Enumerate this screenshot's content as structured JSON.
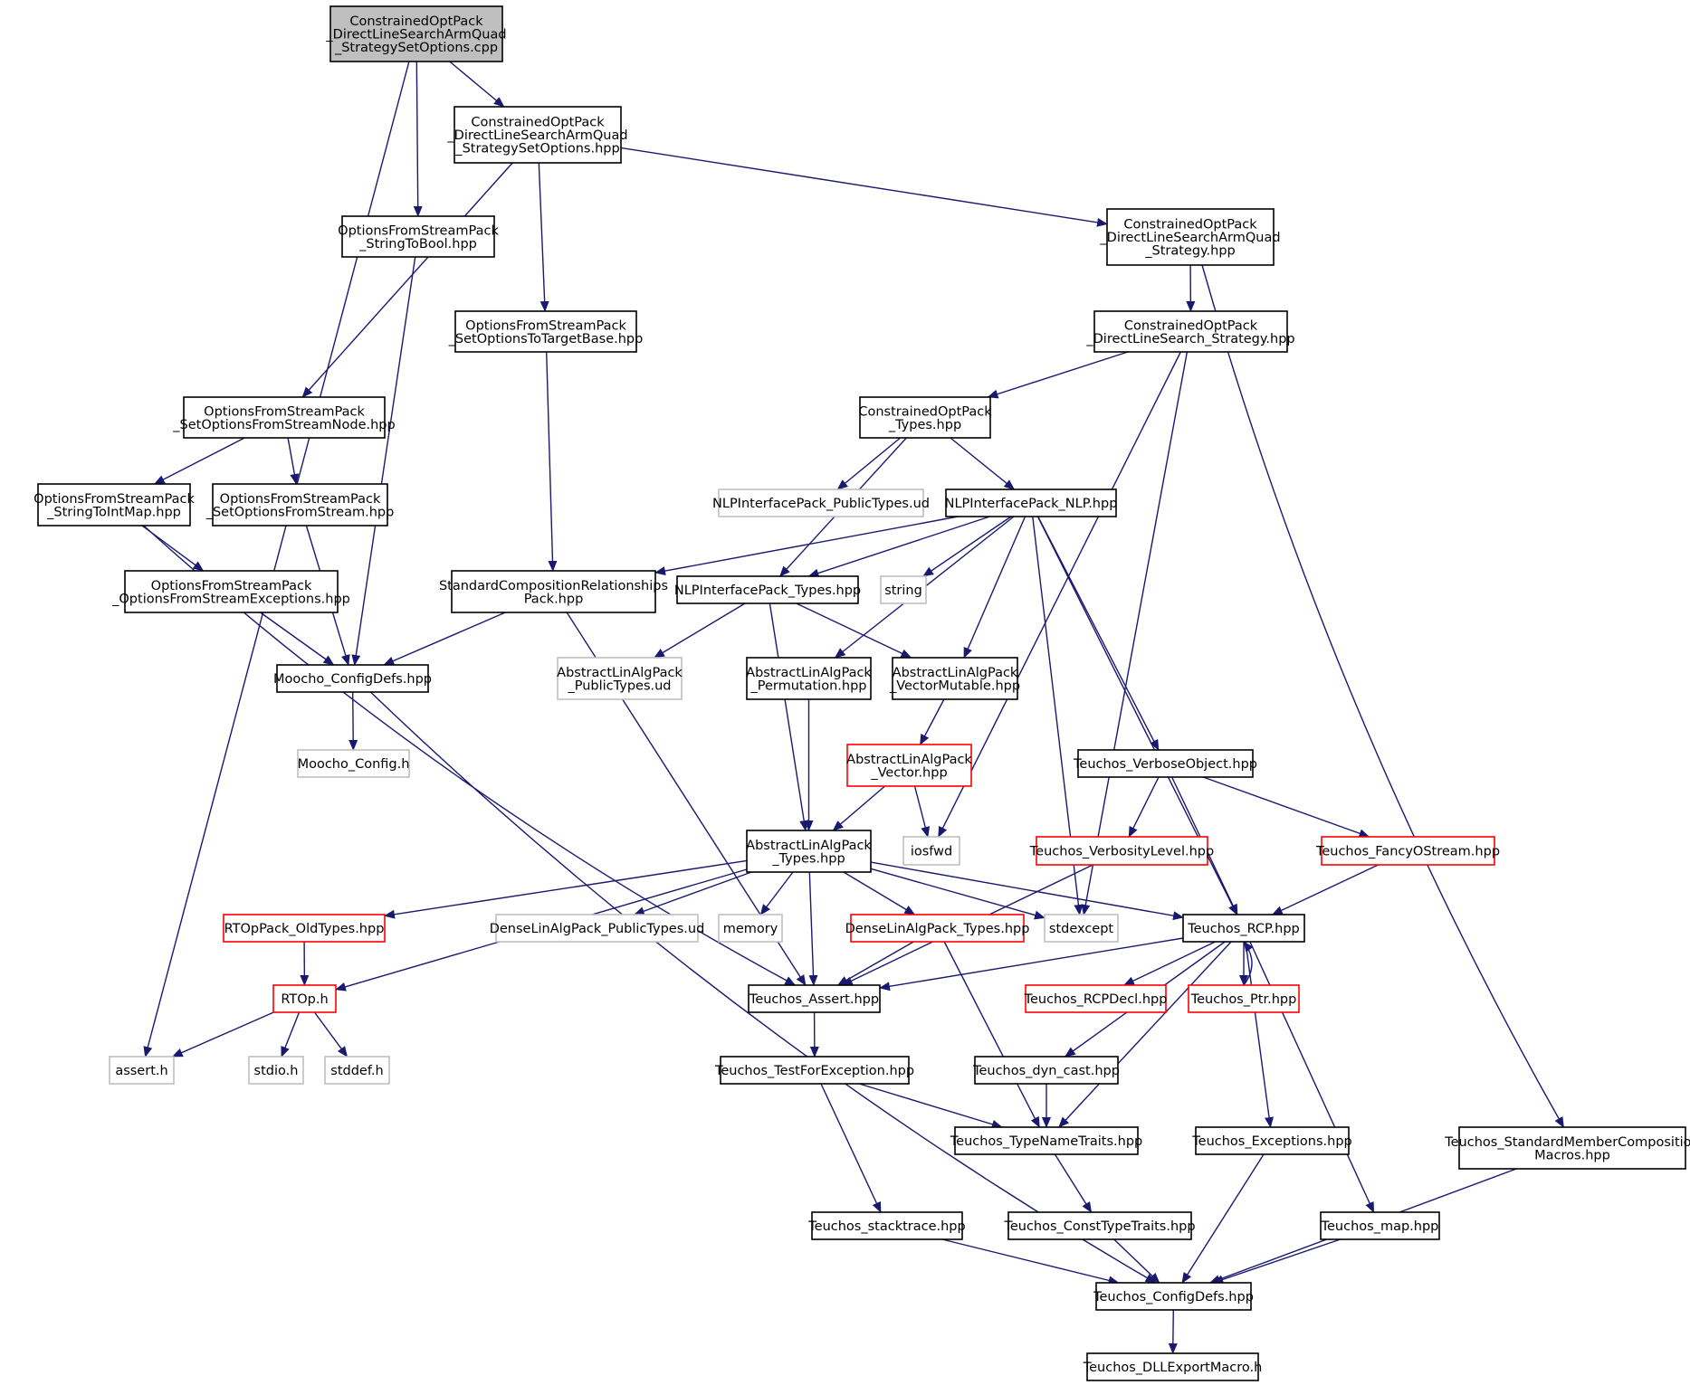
{
  "nodes": [
    {
      "id": "root",
      "lines": [
        "ConstrainedOptPack",
        "_DirectLineSearchArmQuad",
        "_StrategySetOptions.cpp"
      ],
      "style": "root"
    },
    {
      "id": "armquad_setopts_hpp",
      "lines": [
        "ConstrainedOptPack",
        "_DirectLineSearchArmQuad",
        "_StrategySetOptions.hpp"
      ],
      "style": "normal"
    },
    {
      "id": "string_to_bool",
      "lines": [
        "OptionsFromStreamPack",
        "_StringToBool.hpp"
      ],
      "style": "normal"
    },
    {
      "id": "armquad_strategy",
      "lines": [
        "ConstrainedOptPack",
        "_DirectLineSearchArmQuad",
        "_Strategy.hpp"
      ],
      "style": "normal"
    },
    {
      "id": "set_options_to_target",
      "lines": [
        "OptionsFromStreamPack",
        "_SetOptionsToTargetBase.hpp"
      ],
      "style": "normal"
    },
    {
      "id": "dls_strategy",
      "lines": [
        "ConstrainedOptPack",
        "_DirectLineSearch_Strategy.hpp"
      ],
      "style": "normal"
    },
    {
      "id": "set_opts_node",
      "lines": [
        "OptionsFromStreamPack",
        "_SetOptionsFromStreamNode.hpp"
      ],
      "style": "normal"
    },
    {
      "id": "cop_types",
      "lines": [
        "ConstrainedOptPack",
        "_Types.hpp"
      ],
      "style": "normal"
    },
    {
      "id": "string_to_int_map",
      "lines": [
        "OptionsFromStreamPack",
        "_StringToIntMap.hpp"
      ],
      "style": "normal"
    },
    {
      "id": "set_opts_stream",
      "lines": [
        "OptionsFromStreamPack",
        "_SetOptionsFromStream.hpp"
      ],
      "style": "normal"
    },
    {
      "id": "nlp_public_types",
      "lines": [
        "NLPInterfacePack_PublicTypes.ud"
      ],
      "style": "external"
    },
    {
      "id": "nlp_nlp",
      "lines": [
        "NLPInterfacePack_NLP.hpp"
      ],
      "style": "normal"
    },
    {
      "id": "ofs_exceptions",
      "lines": [
        "OptionsFromStreamPack",
        "_OptionsFromStreamExceptions.hpp"
      ],
      "style": "normal"
    },
    {
      "id": "std_comp_rel",
      "lines": [
        "StandardCompositionRelationships",
        "Pack.hpp"
      ],
      "style": "normal"
    },
    {
      "id": "nlp_types",
      "lines": [
        "NLPInterfacePack_Types.hpp"
      ],
      "style": "normal"
    },
    {
      "id": "string",
      "lines": [
        "string"
      ],
      "style": "external"
    },
    {
      "id": "moocho_configdefs",
      "lines": [
        "Moocho_ConfigDefs.hpp"
      ],
      "style": "normal"
    },
    {
      "id": "ala_public_types",
      "lines": [
        "AbstractLinAlgPack",
        "_PublicTypes.ud"
      ],
      "style": "external"
    },
    {
      "id": "ala_permutation",
      "lines": [
        "AbstractLinAlgPack",
        "_Permutation.hpp"
      ],
      "style": "normal"
    },
    {
      "id": "ala_vector_mutable",
      "lines": [
        "AbstractLinAlgPack",
        "_VectorMutable.hpp"
      ],
      "style": "normal"
    },
    {
      "id": "moocho_config",
      "lines": [
        "Moocho_Config.h"
      ],
      "style": "external"
    },
    {
      "id": "ala_vector",
      "lines": [
        "AbstractLinAlgPack",
        "_Vector.hpp"
      ],
      "style": "truncated"
    },
    {
      "id": "verbose_object",
      "lines": [
        "Teuchos_VerboseObject.hpp"
      ],
      "style": "normal"
    },
    {
      "id": "ala_types",
      "lines": [
        "AbstractLinAlgPack",
        "_Types.hpp"
      ],
      "style": "normal"
    },
    {
      "id": "iosfwd",
      "lines": [
        "iosfwd"
      ],
      "style": "external"
    },
    {
      "id": "verbosity_level",
      "lines": [
        "Teuchos_VerbosityLevel.hpp"
      ],
      "style": "truncated"
    },
    {
      "id": "fancy_ostream",
      "lines": [
        "Teuchos_FancyOStream.hpp"
      ],
      "style": "truncated"
    },
    {
      "id": "rtop_oldtypes",
      "lines": [
        "RTOpPack_OldTypes.hpp"
      ],
      "style": "truncated"
    },
    {
      "id": "dla_public_types",
      "lines": [
        "DenseLinAlgPack_PublicTypes.ud"
      ],
      "style": "external"
    },
    {
      "id": "memory",
      "lines": [
        "memory"
      ],
      "style": "external"
    },
    {
      "id": "dla_types",
      "lines": [
        "DenseLinAlgPack_Types.hpp"
      ],
      "style": "truncated"
    },
    {
      "id": "stdexcept",
      "lines": [
        "stdexcept"
      ],
      "style": "external"
    },
    {
      "id": "teuchos_rcp",
      "lines": [
        "Teuchos_RCP.hpp"
      ],
      "style": "normal"
    },
    {
      "id": "rtop_h",
      "lines": [
        "RTOp.h"
      ],
      "style": "truncated"
    },
    {
      "id": "teuchos_assert",
      "lines": [
        "Teuchos_Assert.hpp"
      ],
      "style": "normal"
    },
    {
      "id": "teuchos_rcpdecl",
      "lines": [
        "Teuchos_RCPDecl.hpp"
      ],
      "style": "truncated"
    },
    {
      "id": "teuchos_ptr",
      "lines": [
        "Teuchos_Ptr.hpp"
      ],
      "style": "truncated"
    },
    {
      "id": "assert_h",
      "lines": [
        "assert.h"
      ],
      "style": "external"
    },
    {
      "id": "stdio_h",
      "lines": [
        "stdio.h"
      ],
      "style": "external"
    },
    {
      "id": "stddef_h",
      "lines": [
        "stddef.h"
      ],
      "style": "external"
    },
    {
      "id": "test_for_exception",
      "lines": [
        "Teuchos_TestForException.hpp"
      ],
      "style": "normal"
    },
    {
      "id": "dyn_cast",
      "lines": [
        "Teuchos_dyn_cast.hpp"
      ],
      "style": "normal"
    },
    {
      "id": "type_name_traits",
      "lines": [
        "Teuchos_TypeNameTraits.hpp"
      ],
      "style": "normal"
    },
    {
      "id": "teuchos_exceptions",
      "lines": [
        "Teuchos_Exceptions.hpp"
      ],
      "style": "normal"
    },
    {
      "id": "std_member_comp",
      "lines": [
        "Teuchos_StandardMemberComposition",
        "Macros.hpp"
      ],
      "style": "normal"
    },
    {
      "id": "stacktrace",
      "lines": [
        "Teuchos_stacktrace.hpp"
      ],
      "style": "normal"
    },
    {
      "id": "const_type_traits",
      "lines": [
        "Teuchos_ConstTypeTraits.hpp"
      ],
      "style": "normal"
    },
    {
      "id": "teuchos_map",
      "lines": [
        "Teuchos_map.hpp"
      ],
      "style": "normal"
    },
    {
      "id": "teuchos_configdefs",
      "lines": [
        "Teuchos_ConfigDefs.hpp"
      ],
      "style": "normal"
    },
    {
      "id": "dll_export",
      "lines": [
        "Teuchos_DLLExportMacro.h"
      ],
      "style": "normal"
    }
  ],
  "edges": [
    [
      "root",
      "assert_h"
    ],
    [
      "root",
      "string_to_bool"
    ],
    [
      "root",
      "armquad_setopts_hpp"
    ],
    [
      "armquad_setopts_hpp",
      "set_opts_node"
    ],
    [
      "armquad_setopts_hpp",
      "set_options_to_target"
    ],
    [
      "armquad_setopts_hpp",
      "armquad_strategy"
    ],
    [
      "string_to_bool",
      "moocho_configdefs"
    ],
    [
      "armquad_strategy",
      "dls_strategy"
    ],
    [
      "armquad_strategy",
      "std_member_comp"
    ],
    [
      "set_options_to_target",
      "std_comp_rel"
    ],
    [
      "dls_strategy",
      "cop_types"
    ],
    [
      "dls_strategy",
      "iosfwd"
    ],
    [
      "dls_strategy",
      "stdexcept"
    ],
    [
      "set_opts_node",
      "string_to_int_map"
    ],
    [
      "set_opts_node",
      "set_opts_stream"
    ],
    [
      "cop_types",
      "nlp_types"
    ],
    [
      "cop_types",
      "nlp_public_types"
    ],
    [
      "cop_types",
      "nlp_nlp"
    ],
    [
      "string_to_int_map",
      "ofs_exceptions"
    ],
    [
      "string_to_int_map",
      "teuchos_assert"
    ],
    [
      "set_opts_stream",
      "moocho_configdefs"
    ],
    [
      "ofs_exceptions",
      "moocho_configdefs"
    ],
    [
      "std_comp_rel",
      "moocho_configdefs"
    ],
    [
      "std_comp_rel",
      "teuchos_assert"
    ],
    [
      "nlp_nlp",
      "std_comp_rel"
    ],
    [
      "nlp_nlp",
      "nlp_types"
    ],
    [
      "nlp_nlp",
      "string"
    ],
    [
      "nlp_nlp",
      "ala_permutation"
    ],
    [
      "nlp_nlp",
      "ala_vector_mutable"
    ],
    [
      "nlp_nlp",
      "stdexcept"
    ],
    [
      "nlp_nlp",
      "verbose_object"
    ],
    [
      "nlp_nlp",
      "teuchos_rcp"
    ],
    [
      "nlp_types",
      "ala_public_types"
    ],
    [
      "nlp_types",
      "ala_types"
    ],
    [
      "nlp_types",
      "ala_vector_mutable"
    ],
    [
      "moocho_configdefs",
      "moocho_config"
    ],
    [
      "moocho_configdefs",
      "teuchos_configdefs"
    ],
    [
      "ala_permutation",
      "ala_types"
    ],
    [
      "ala_vector_mutable",
      "ala_vector"
    ],
    [
      "ala_vector",
      "ala_types"
    ],
    [
      "ala_vector",
      "iosfwd"
    ],
    [
      "verbose_object",
      "verbosity_level"
    ],
    [
      "verbose_object",
      "fancy_ostream"
    ],
    [
      "verbose_object",
      "teuchos_rcp"
    ],
    [
      "verbosity_level",
      "teuchos_assert"
    ],
    [
      "fancy_ostream",
      "teuchos_rcp"
    ],
    [
      "ala_types",
      "rtop_oldtypes"
    ],
    [
      "ala_types",
      "rtop_h"
    ],
    [
      "ala_types",
      "dla_public_types"
    ],
    [
      "ala_types",
      "memory"
    ],
    [
      "ala_types",
      "teuchos_assert"
    ],
    [
      "ala_types",
      "dla_types"
    ],
    [
      "ala_types",
      "stdexcept"
    ],
    [
      "ala_types",
      "teuchos_rcp"
    ],
    [
      "rtop_oldtypes",
      "rtop_h"
    ],
    [
      "dla_types",
      "teuchos_assert"
    ],
    [
      "dla_types",
      "type_name_traits"
    ],
    [
      "rtop_h",
      "assert_h"
    ],
    [
      "rtop_h",
      "stdio_h"
    ],
    [
      "rtop_h",
      "stddef_h"
    ],
    [
      "teuchos_rcp",
      "teuchos_assert"
    ],
    [
      "teuchos_rcp",
      "teuchos_rcpdecl"
    ],
    [
      "teuchos_rcp",
      "teuchos_ptr"
    ],
    [
      "teuchos_rcp",
      "dyn_cast"
    ],
    [
      "teuchos_rcp",
      "type_name_traits"
    ],
    [
      "teuchos_rcp",
      "teuchos_exceptions"
    ],
    [
      "teuchos_rcp",
      "teuchos_map"
    ],
    [
      "teuchos_ptr",
      "teuchos_rcp"
    ],
    [
      "teuchos_assert",
      "test_for_exception"
    ],
    [
      "test_for_exception",
      "stacktrace"
    ],
    [
      "test_for_exception",
      "type_name_traits"
    ],
    [
      "dyn_cast",
      "type_name_traits"
    ],
    [
      "type_name_traits",
      "const_type_traits"
    ],
    [
      "teuchos_exceptions",
      "teuchos_configdefs"
    ],
    [
      "std_member_comp",
      "teuchos_configdefs"
    ],
    [
      "stacktrace",
      "teuchos_configdefs"
    ],
    [
      "const_type_traits",
      "teuchos_configdefs"
    ],
    [
      "teuchos_map",
      "teuchos_configdefs"
    ],
    [
      "teuchos_configdefs",
      "dll_export"
    ]
  ],
  "colors": {
    "edge": "#191970",
    "normal_border": "#000000",
    "truncated_border": "#ff0000",
    "external_border": "#bfbfbf",
    "root_fill": "#bfbfbf",
    "node_fill": "#ffffff"
  }
}
